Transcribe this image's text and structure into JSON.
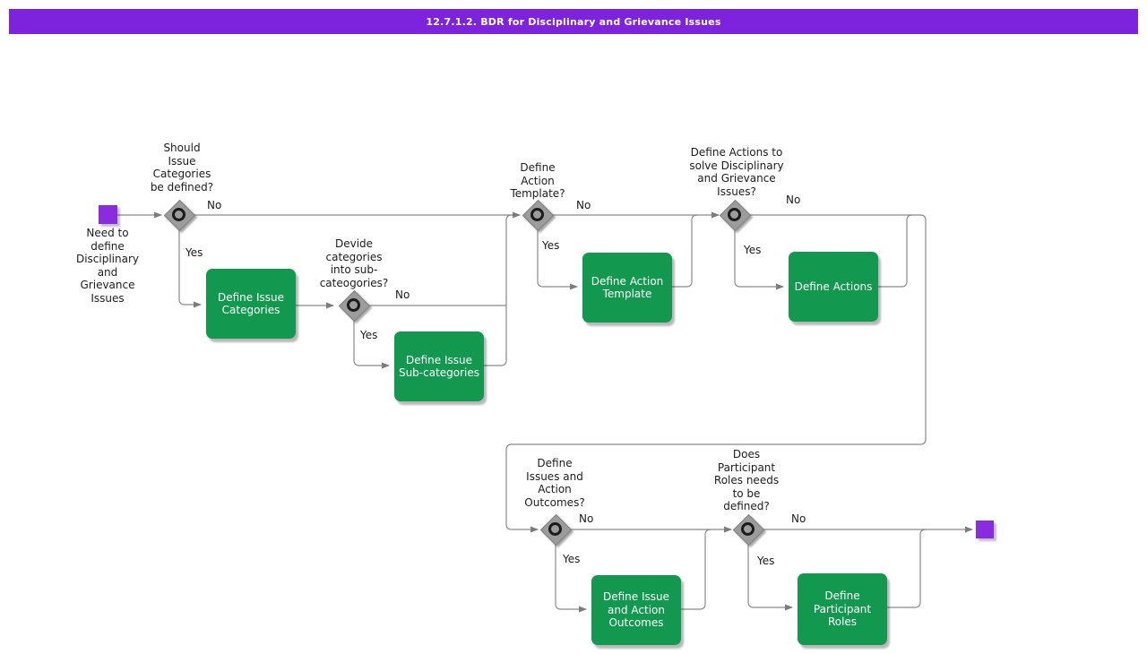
{
  "title": "12.7.1.2. BDR for Disciplinary and Grievance Issues",
  "colors": {
    "title_bar": "#7d23dd",
    "event": "#8a2be2",
    "task": "#12994f",
    "gateway": "#9c9c9c",
    "connector": "#8a8a8a"
  },
  "start_event": {
    "label": "Need to\ndefine\nDisciplinary\nand\nGrievance\nIssues"
  },
  "gateways": {
    "issue_categories": {
      "question": "Should\nIssue\nCategories\nbe defined?",
      "yes": "Yes",
      "no": "No"
    },
    "sub_categories": {
      "question": "Devide\ncategories\ninto sub-\ncateogories?",
      "yes": "Yes",
      "no": "No"
    },
    "action_template": {
      "question": "Define\nAction\nTemplate?",
      "yes": "Yes",
      "no": "No"
    },
    "define_actions": {
      "question": "Define Actions to\nsolve Disciplinary\nand Grievance\nIssues?",
      "yes": "Yes",
      "no": "No"
    },
    "issue_action_outcomes": {
      "question": "Define\nIssues and\nAction\nOutcomes?",
      "yes": "Yes",
      "no": "No"
    },
    "participant_roles": {
      "question": "Does\nParticipant\nRoles needs\nto be\ndefined?",
      "yes": "Yes",
      "no": "No"
    }
  },
  "tasks": {
    "define_issue_categories": {
      "label": "Define Issue\nCategories"
    },
    "define_issue_sub_categories": {
      "label": "Define Issue\nSub-categories"
    },
    "define_action_template": {
      "label": "Define Action\nTemplate"
    },
    "define_actions": {
      "label": "Define Actions"
    },
    "define_issue_and_action_outcomes": {
      "label": "Define Issue\nand Action\nOutcomes"
    },
    "define_participant_roles": {
      "label": "Define\nParticipant Roles"
    }
  }
}
